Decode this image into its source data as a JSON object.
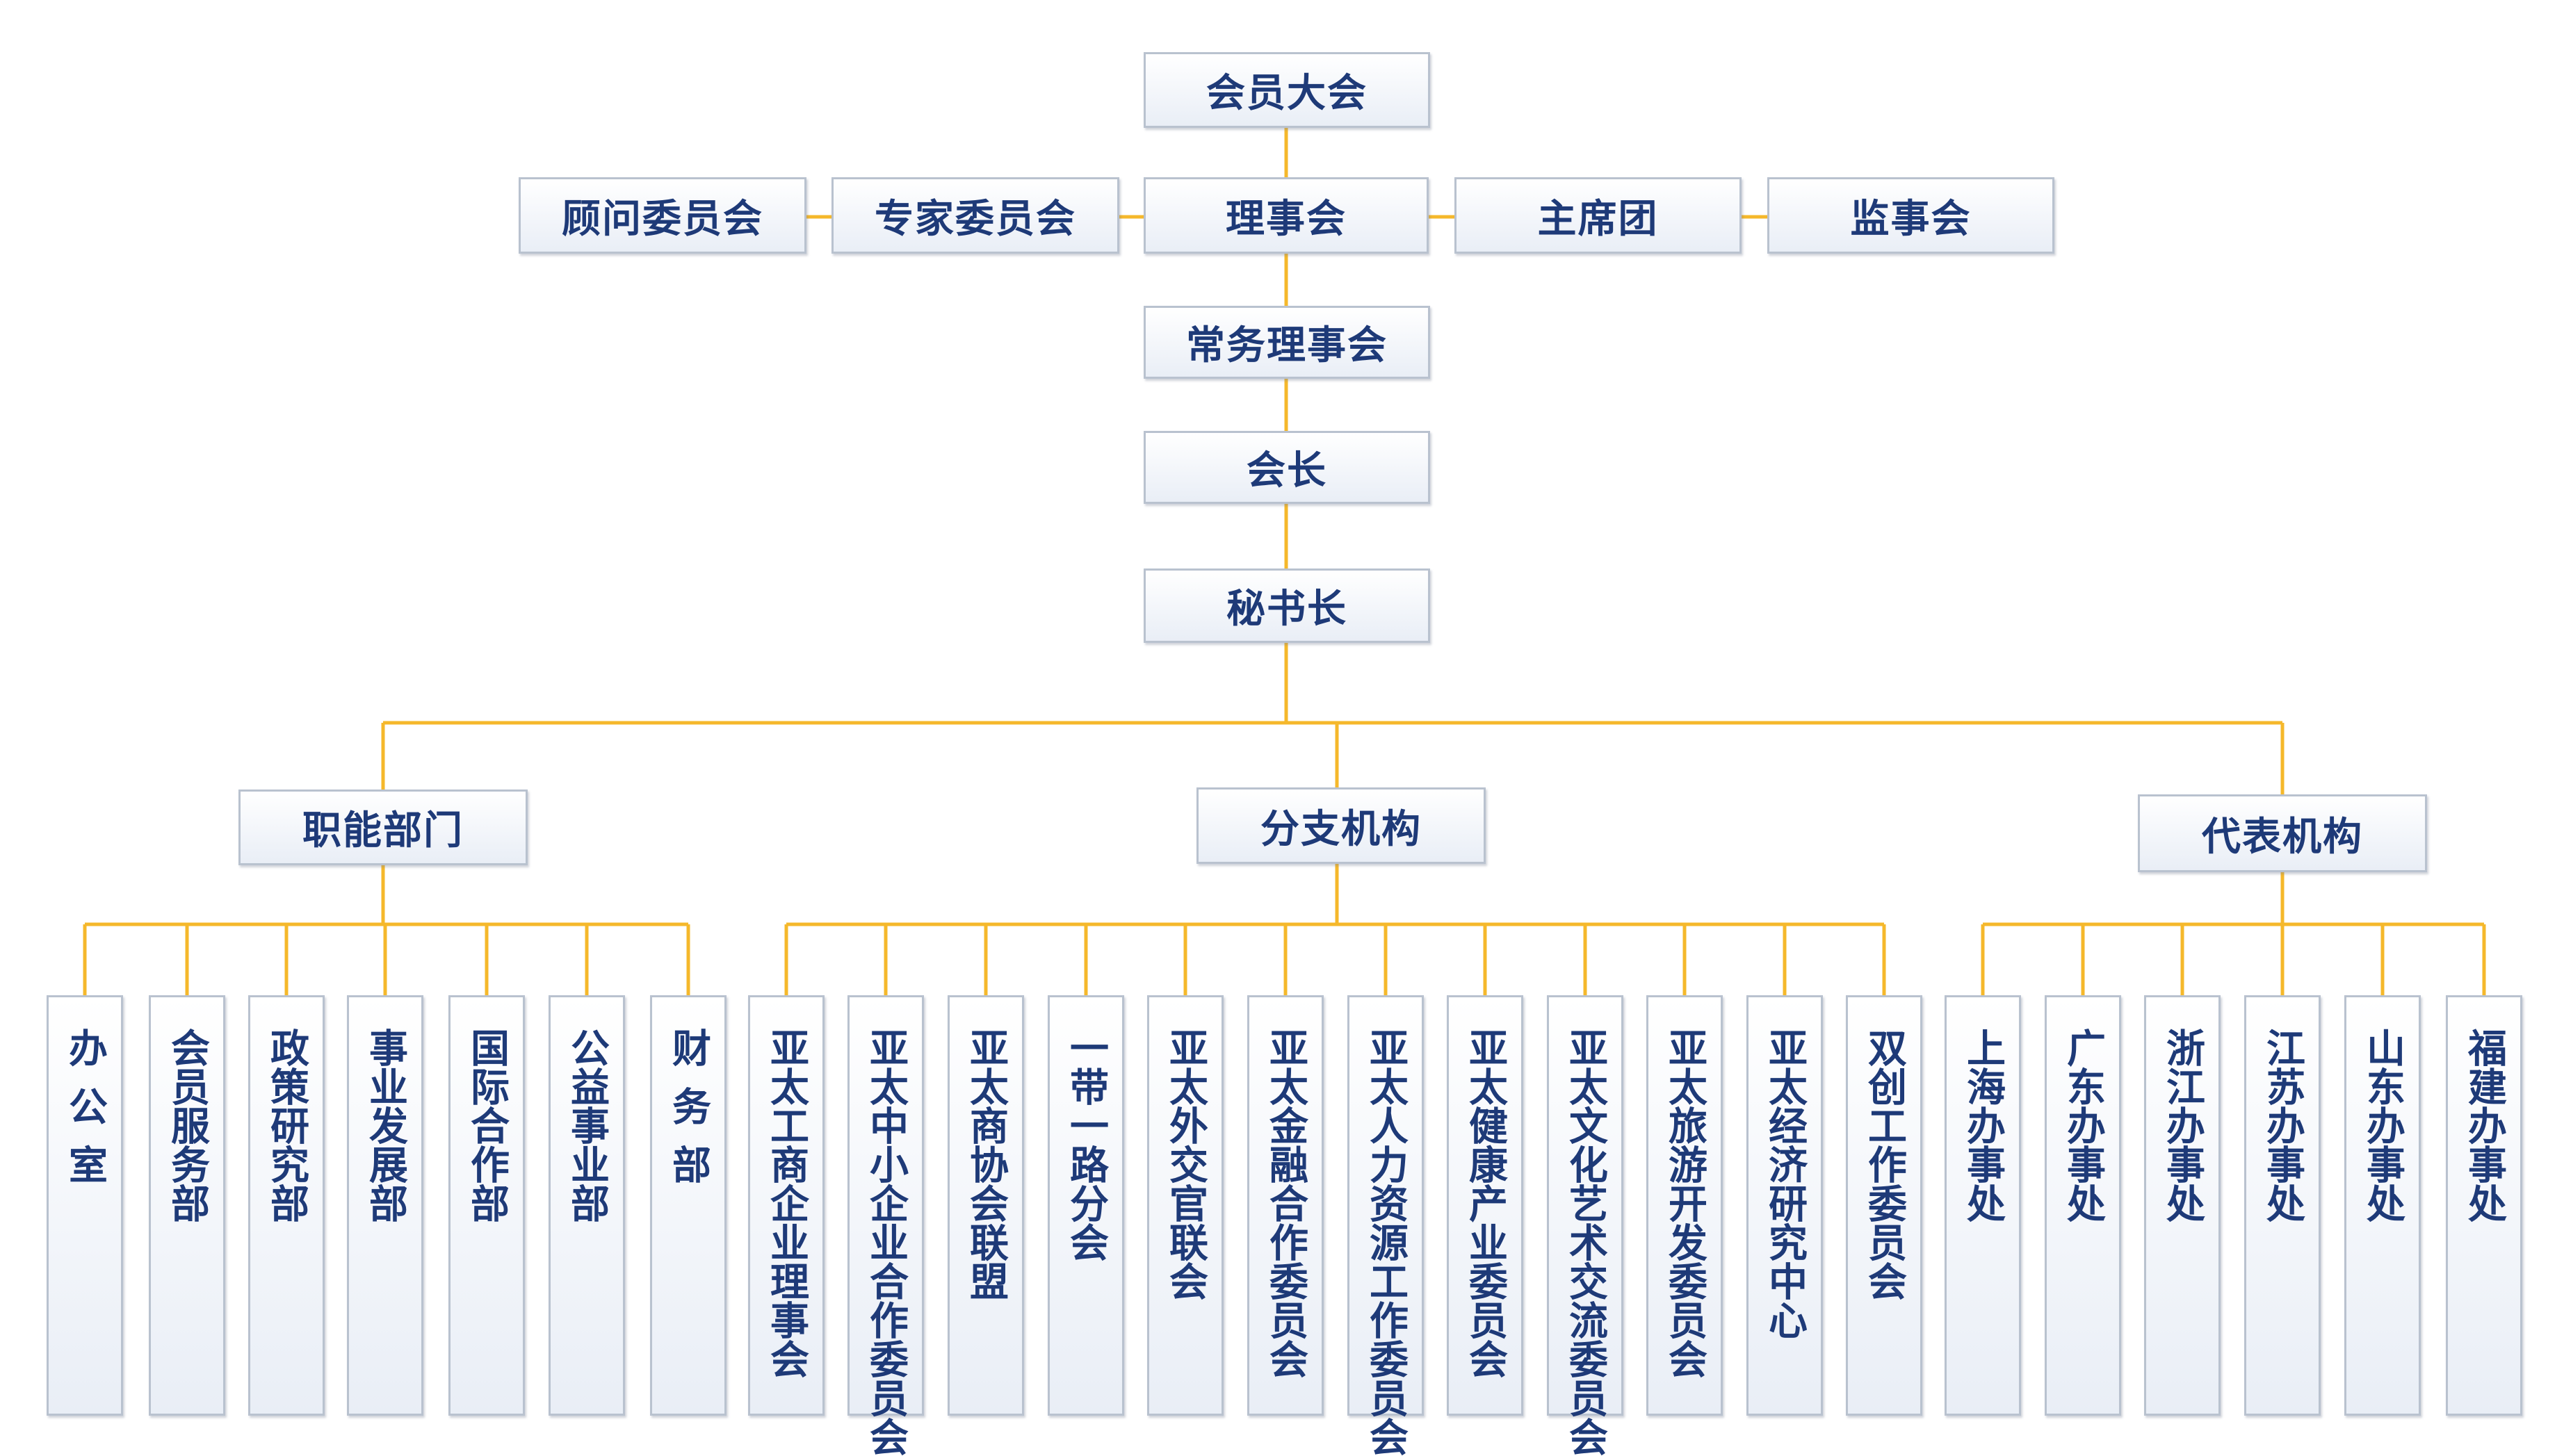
{
  "colors": {
    "connector": "#f5b82b",
    "box_border": "#b9c2cf",
    "text": "#1e3a78"
  },
  "top": {
    "assembly": "会员大会",
    "advisory": "顾问委员会",
    "experts": "专家委员会",
    "council": "理事会",
    "presidium": "主席团",
    "supervisors": "监事会",
    "standing_council": "常务理事会",
    "president": "会长",
    "secretary_general": "秘书长"
  },
  "groups": {
    "functional": {
      "title": "职能部门",
      "items": [
        "办公室",
        "会员服务部",
        "政策研究部",
        "事业发展部",
        "国际合作部",
        "公益事业部",
        "财务部"
      ]
    },
    "branches": {
      "title": "分支机构",
      "items": [
        "亚太工商企业理事会",
        "亚太中小企业合作委员会",
        "亚太商协会联盟",
        "一带一路分会",
        "亚太外交官联会",
        "亚太金融合作委员会",
        "亚太人力资源工作委员会",
        "亚太健康产业委员会",
        "亚太文化艺术交流委员会",
        "亚太旅游开发委员会",
        "亚太经济研究中心",
        "双创工作委员会"
      ]
    },
    "representative": {
      "title": "代表机构",
      "items": [
        "上海办事处",
        "广东办事处",
        "浙江办事处",
        "江苏办事处",
        "山东办事处",
        "福建办事处"
      ]
    }
  }
}
